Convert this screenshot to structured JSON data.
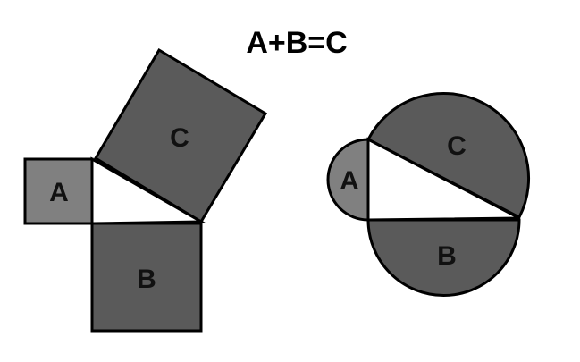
{
  "title": "A+B=C",
  "labels": {
    "a": "A",
    "b": "B",
    "c": "C"
  },
  "colors": {
    "small_fill": "#808080",
    "large_fill": "#5a5a5a",
    "triangle_fill": "#ffffff",
    "outline": "#000000"
  }
}
